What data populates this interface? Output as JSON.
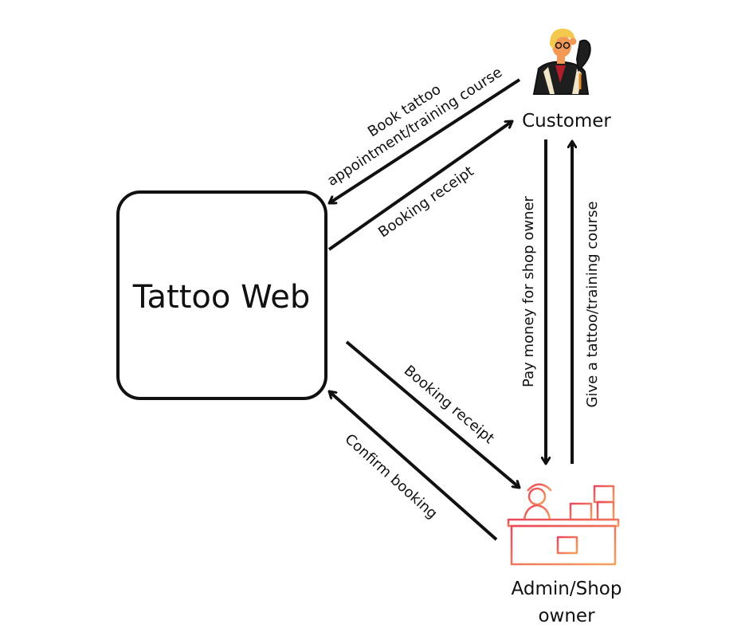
{
  "main_box": {
    "label": "Tattoo Web"
  },
  "actors": {
    "customer": {
      "label": "Customer",
      "icon": "person-icon"
    },
    "admin": {
      "label_line1": "Admin/Shop",
      "label_line2": "owner",
      "icon": "shop-counter-icon"
    }
  },
  "flows": {
    "book_line1": "Book tattoo",
    "book_line2": "appointment/training course",
    "receipt_to_customer": "Booking receipt",
    "receipt_to_admin": "Booking receipt",
    "confirm_booking": "Confirm booking",
    "pay_money": "Pay money for shop owner",
    "give_tattoo": "Give a tattoo/training course"
  },
  "colors": {
    "ink": "#111111",
    "shop_gradient_start": "#e8475c",
    "shop_gradient_end": "#f5a25d",
    "hair": "#f2c94c",
    "jacket": "#1e1e1e",
    "skin": "#f29a55"
  }
}
